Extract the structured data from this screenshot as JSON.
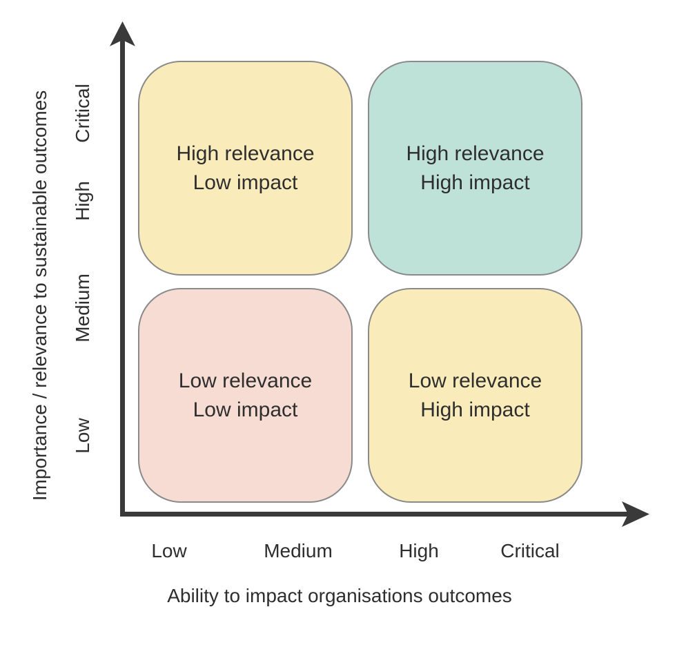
{
  "diagram": {
    "type": "quadrant-matrix",
    "colors": {
      "axis": "#3a3a3a",
      "text": "#2e2e2e",
      "quadrant_border": "#8a8a8a",
      "yellow_fill": "#faebba",
      "teal_fill": "#bfe2d8",
      "pink_fill": "#f7dcd3"
    },
    "x_axis": {
      "title": "Ability to impact organisations outcomes",
      "ticks": [
        "Low",
        "Medium",
        "High",
        "Critical"
      ]
    },
    "y_axis": {
      "title": "Importance / relevance to sustainable outcomes",
      "ticks_top_to_bottom": [
        "Critical",
        "High",
        "Medium",
        "Low"
      ]
    },
    "quadrants": {
      "top_left": {
        "line1": "High relevance",
        "line2": "Low impact",
        "fill": "#faebba"
      },
      "top_right": {
        "line1": "High relevance",
        "line2": "High impact",
        "fill": "#bfe2d8"
      },
      "bottom_left": {
        "line1": "Low relevance",
        "line2": "Low impact",
        "fill": "#f7dcd3"
      },
      "bottom_right": {
        "line1": "Low relevance",
        "line2": "High impact",
        "fill": "#faebba"
      }
    }
  }
}
